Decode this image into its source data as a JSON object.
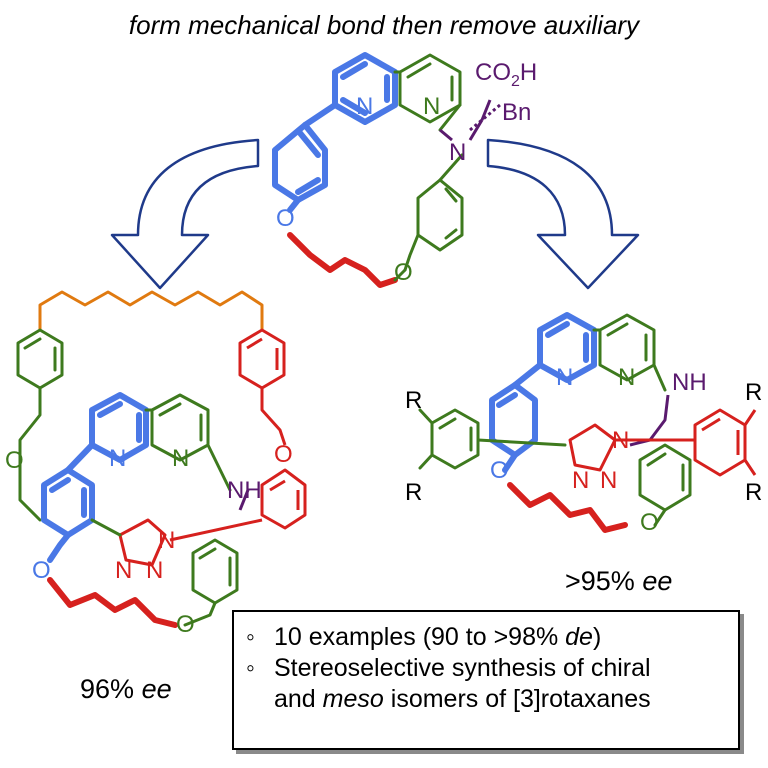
{
  "header": {
    "title": "form mechanical bond then remove auxiliary"
  },
  "atoms": {
    "N": "N",
    "O": "O",
    "NH": "NH",
    "R": "R",
    "co2h": "CO",
    "co2h_sub": "2",
    "co2h_tail": "H",
    "bn": "Bn"
  },
  "results": {
    "left_value": "96%",
    "left_unit": "ee",
    "right_value": ">95%",
    "right_unit": "ee"
  },
  "bullets": {
    "marker": "◦",
    "item1_pre": "10 examples (90 to >98% ",
    "item1_em": "de",
    "item1_post": ")",
    "item2_line1": "Stereoselective synthesis of chiral",
    "item2_pre": "and ",
    "item2_em": "meso",
    "item2_post": " isomers of [3]rotaxanes"
  },
  "colors": {
    "bipyridine_left": "#4a78e6",
    "bipyridine_right": "#3e7a1e",
    "chain_red": "#d6211e",
    "auxiliary_purple": "#5a1a6e",
    "orange_linker": "#e07a10",
    "arrow_blue": "#1f3a8a"
  }
}
